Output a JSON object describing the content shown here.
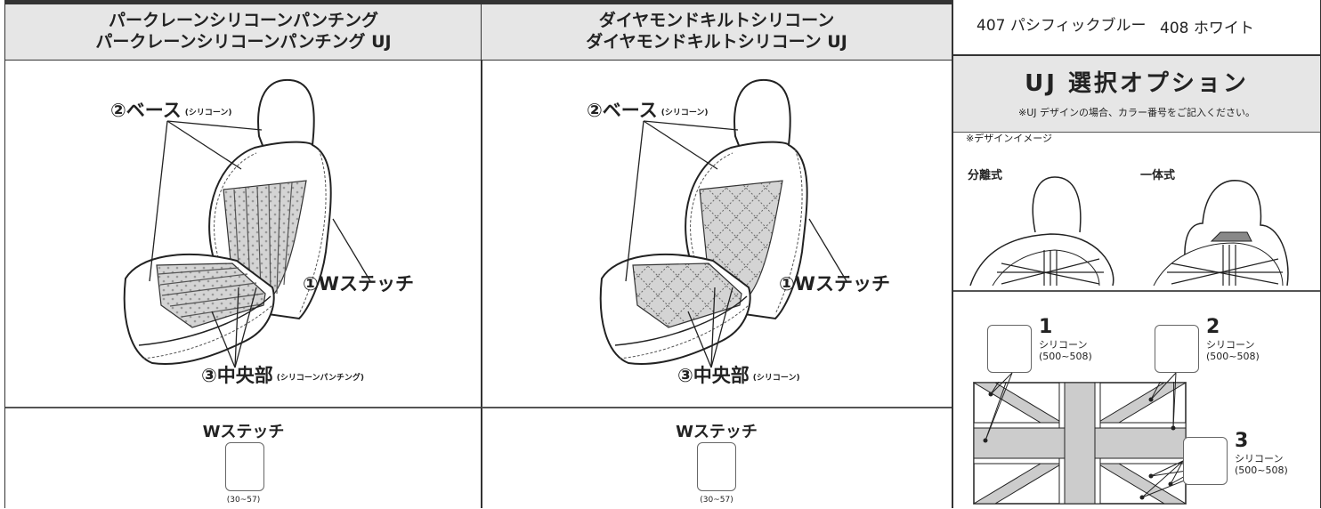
{
  "panel1": {
    "title_line1": "パークレーンシリコーンパンチング",
    "title_line2": "パークレーンシリコーンパンチング UJ",
    "label_base": "②ベース",
    "label_base_sub": "(シリコーン)",
    "label_stitch": "①Wステッチ",
    "label_center": "③中央部",
    "label_center_sub": "(シリコーンパンチング)",
    "wstitch_title": "Wステッチ",
    "wstitch_range": "(30~57)"
  },
  "panel2": {
    "title_line1": "ダイヤモンドキルトシリコーン",
    "title_line2": "ダイヤモンドキルトシリコーン UJ",
    "label_base": "②ベース",
    "label_base_sub": "(シリコーン)",
    "label_stitch": "①Wステッチ",
    "label_center": "③中央部",
    "label_center_sub": "(シリコーン)",
    "wstitch_title": "Wステッチ",
    "wstitch_range": "(30~57)"
  },
  "colors_top": {
    "item_407": "407 パシフィックブルー",
    "item_408": "408 ホワイト"
  },
  "uj_option": {
    "title": "UJ 選択オプション",
    "note": "※UJ デザインの場合、カラー番号をご記入ください。",
    "design_image_label": "※デザインイメージ",
    "type_separate": "分離式",
    "type_integrated": "一体式",
    "options": [
      {
        "num": "1",
        "material": "シリコーン",
        "range": "(500~508)"
      },
      {
        "num": "2",
        "material": "シリコーン",
        "range": "(500~508)"
      },
      {
        "num": "3",
        "material": "シリコーン",
        "range": "(500~508)"
      }
    ]
  }
}
